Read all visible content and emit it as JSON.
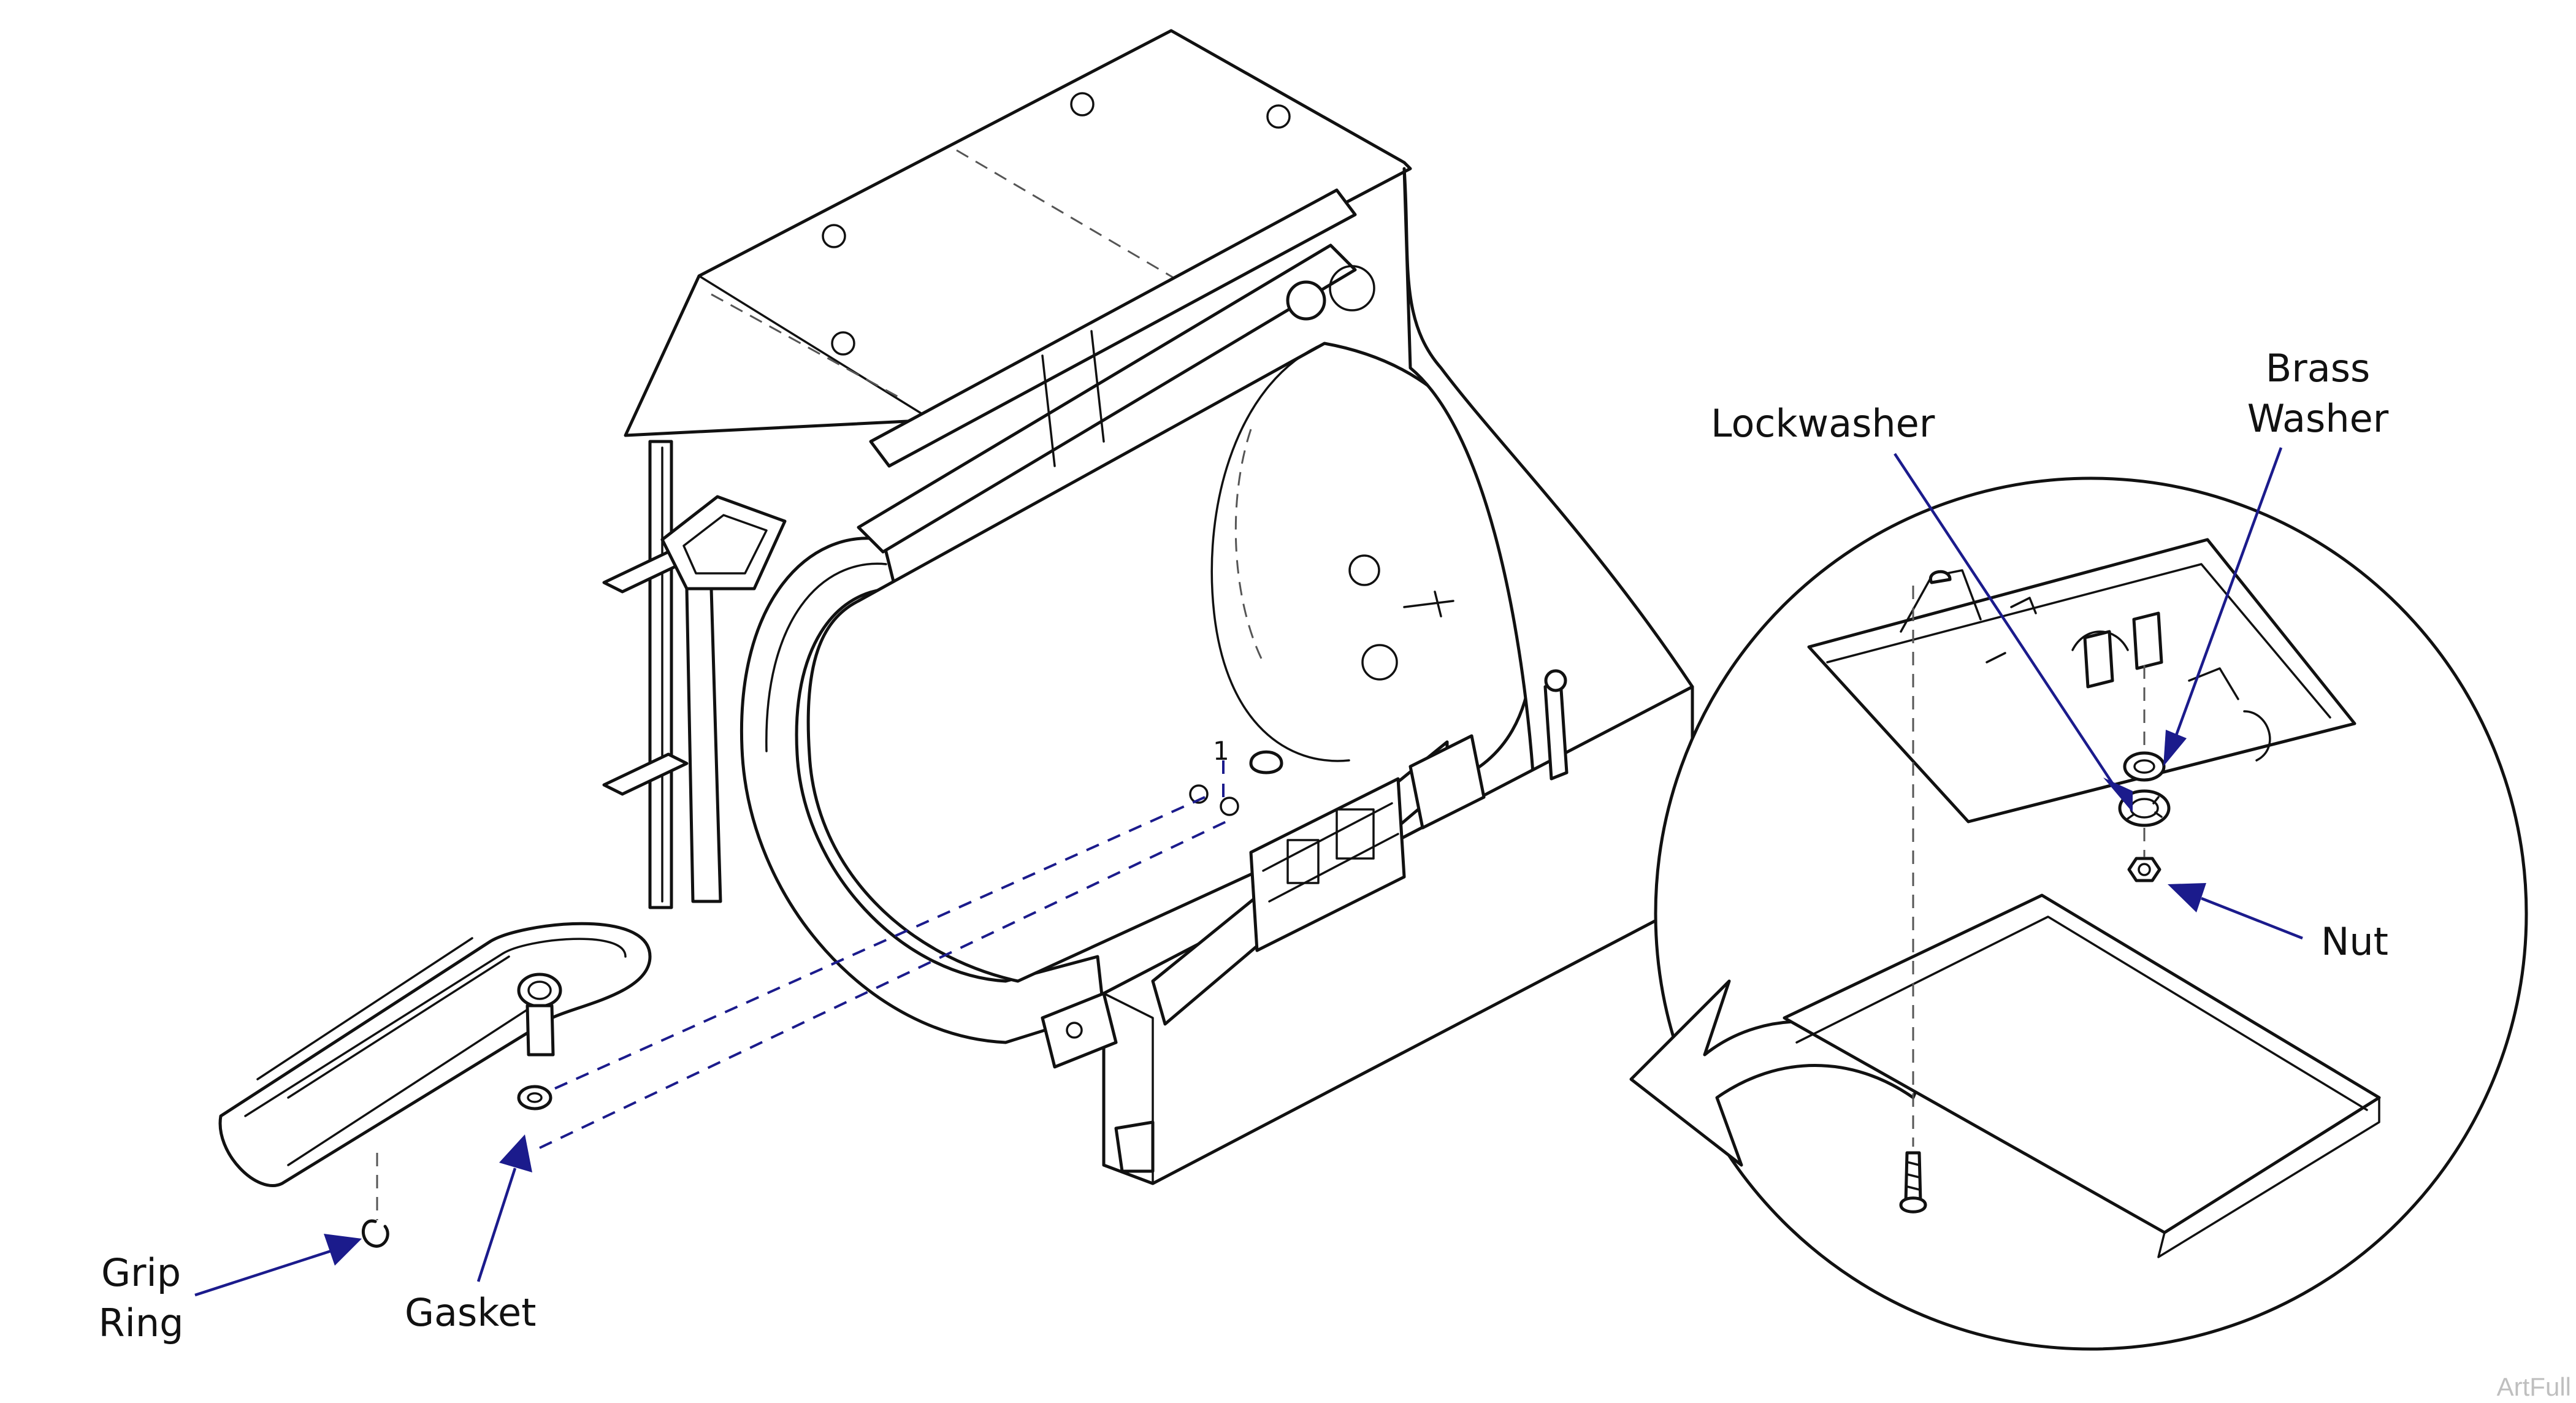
{
  "callouts": {
    "grip_ring": [
      "Grip",
      "Ring"
    ],
    "gasket": "Gasket",
    "lockwasher": "Lockwasher",
    "brass_washer": [
      "Brass",
      "Washer"
    ],
    "nut": "Nut",
    "detail_marker": "1"
  },
  "watermark": "ArtFull",
  "colors": {
    "leader": "#1b1b8c",
    "line": "#111111",
    "dashed": "#555555",
    "background": "#ffffff"
  }
}
